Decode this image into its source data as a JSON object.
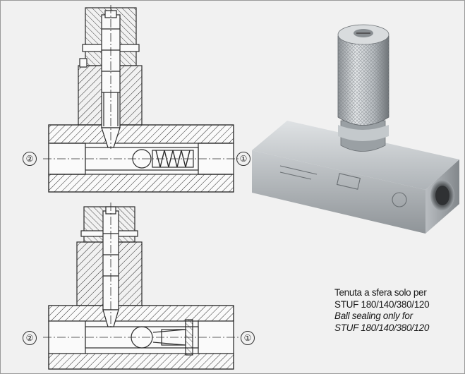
{
  "diagram": {
    "top_section": {
      "port_left": "②",
      "port_right": "①"
    },
    "bottom_section": {
      "port_left": "②",
      "port_right": "①"
    }
  },
  "note": {
    "it_line1": "Tenuta a sfera solo per",
    "it_line2": "STUF 180/140/380/120",
    "en_line1": "Ball sealing only for",
    "en_line2": "STUF 180/140/380/120"
  },
  "colors": {
    "background": "#f1f1f1",
    "line": "#2a2a2a",
    "metal": "#c7cbcf"
  },
  "icons": [
    "flow-control-valve-cross-section",
    "flow-control-valve-photo"
  ]
}
